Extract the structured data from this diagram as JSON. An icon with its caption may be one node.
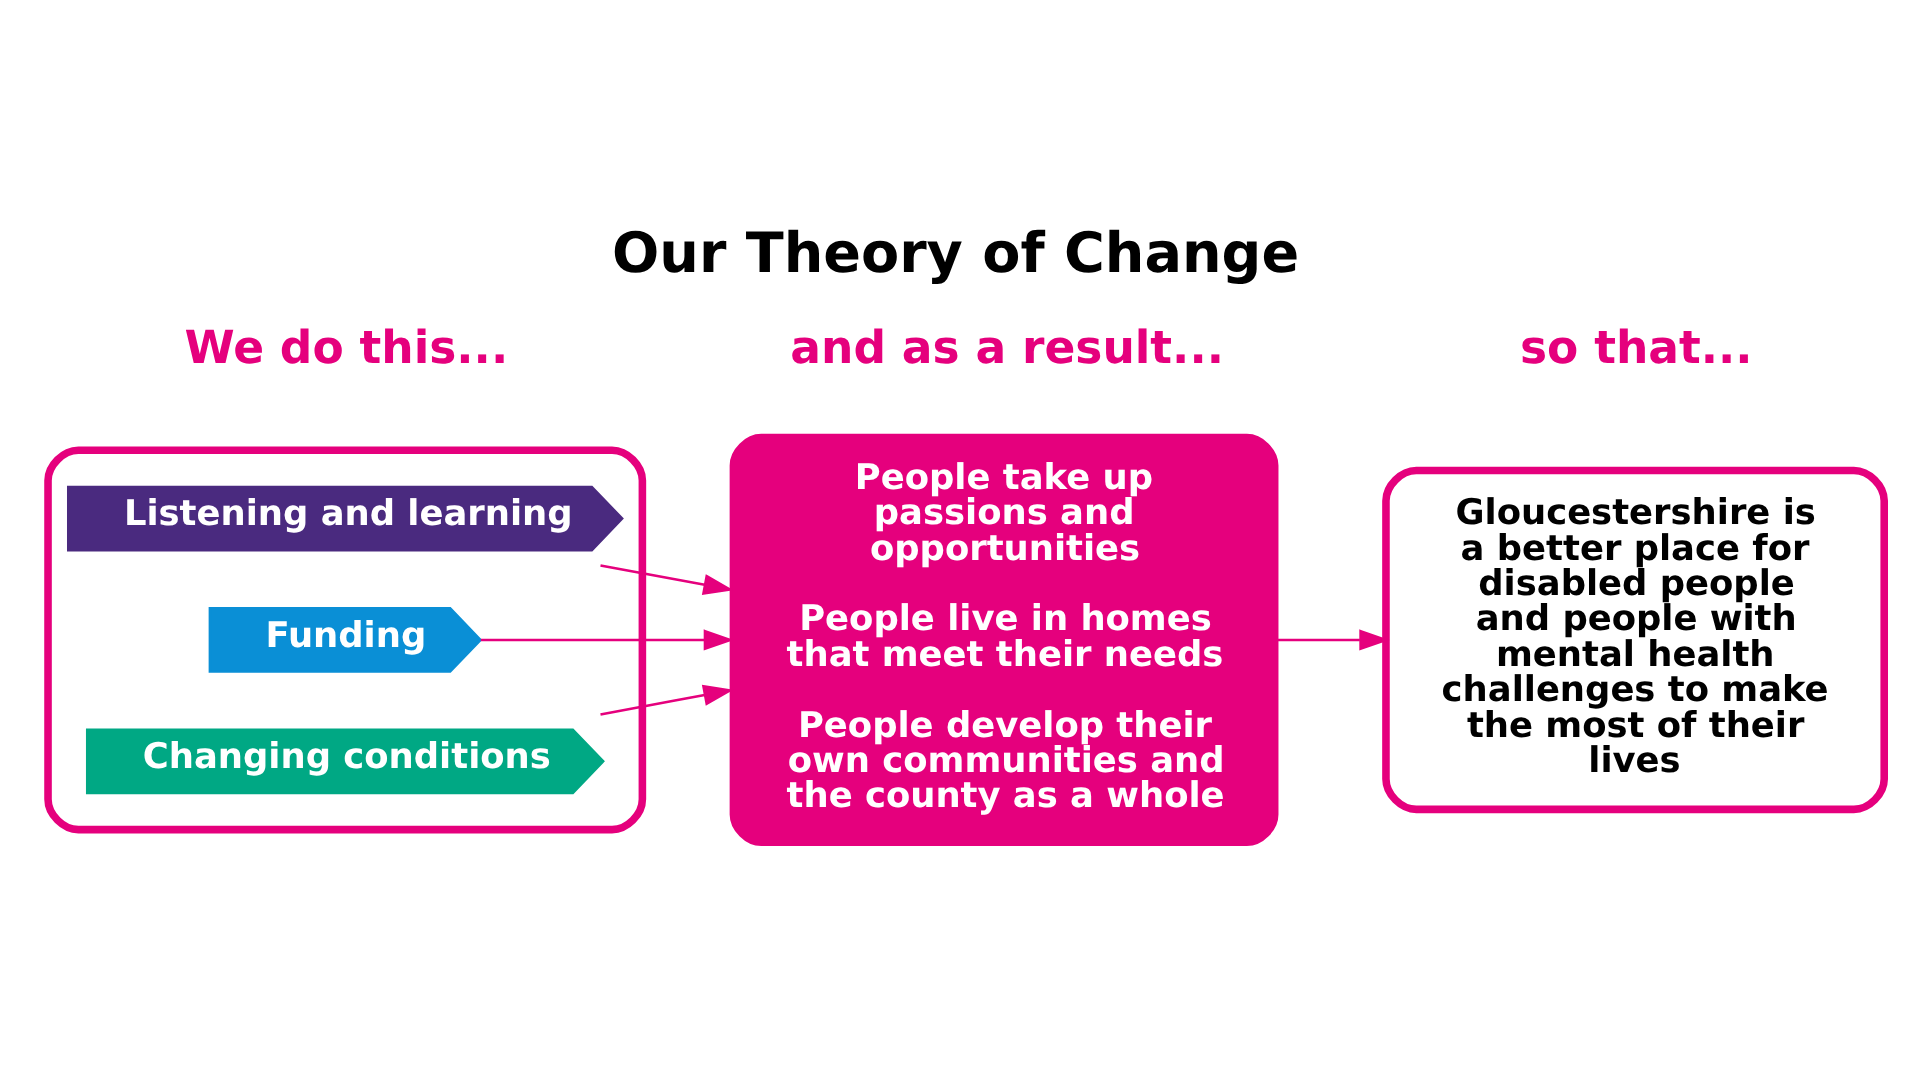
{
  "diagram": {
    "title": "Our Theory of Change",
    "nodes": [
      {
        "text": [],
        "shape": "box"
      },
      {
        "text": [
          "Listening and learning"
        ],
        "in": 0
      },
      {
        "text": [
          "Funding"
        ],
        "in": 0
      },
      {
        "text": [
          "Changing conditions"
        ],
        "in": 0
      },
      {
        "text": [
          "People take up passions and opportunities",
          "People live in homes that meet their needs",
          "People develop their own communities and the county as a whole"
        ]
      },
      {
        "text": [
          "Gloucestershire is a better place for disabled people and people with mental health challenges to make the most of their lives"
        ]
      }
    ],
    "edges": [
      {
        "from": 1,
        "to": 4,
        "arrow": "to"
      },
      {
        "from": 2,
        "to": 4,
        "arrow": "to"
      },
      {
        "from": 3,
        "to": 4,
        "arrow": "to"
      },
      {
        "from": 4,
        "to": 5,
        "arrow": "to"
      }
    ],
    "labels": [
      "We do this...",
      "and as a result...",
      "so that..."
    ]
  }
}
